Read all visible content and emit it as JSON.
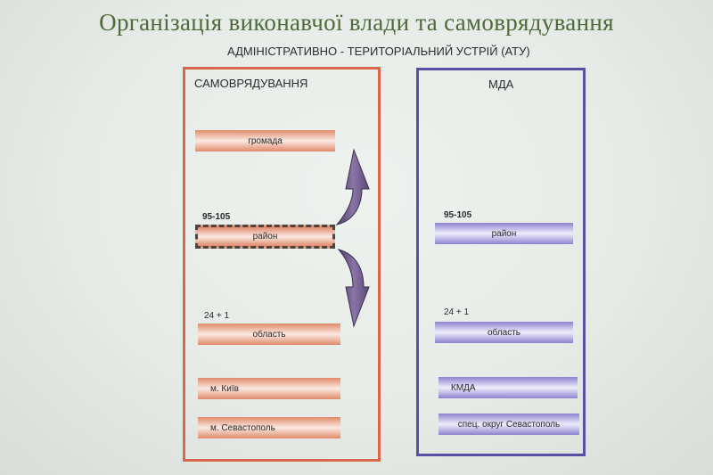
{
  "title": "Організація виконавчої влади та самоврядування",
  "subtitle": "АДМІНІСТРАТИВНО - ТЕРИТОРІАЛЬНИЙ УСТРІЙ (АТУ)",
  "left_panel": {
    "title": "САМОВРЯДУВАННЯ",
    "bars": {
      "gromada": "громада",
      "raion": "район",
      "oblast": "область",
      "kyiv": "м. Київ",
      "sevastopol": "м. Севастополь"
    },
    "numbers": {
      "raion": "95-105",
      "oblast": "24 + 1"
    }
  },
  "right_panel": {
    "title": "МДА",
    "bars": {
      "raion": "район",
      "oblast": "область",
      "kmda": "КМДА",
      "sevastopol": "спец. округ Севастополь"
    },
    "numbers": {
      "raion": "95-105",
      "oblast": "24 + 1"
    }
  },
  "colors": {
    "self_government": "#d9674e",
    "mda": "#5a4fa6",
    "arrow": "#6e5a88",
    "title": "#4f6a3a"
  }
}
